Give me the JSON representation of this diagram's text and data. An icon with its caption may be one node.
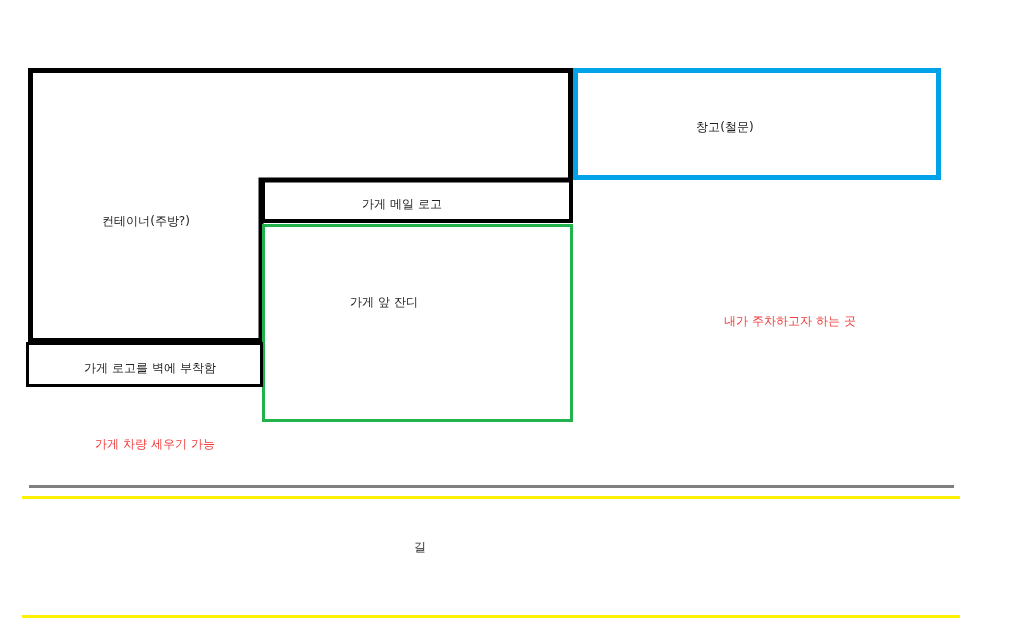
{
  "diagram": {
    "nodes": [
      {
        "text": [
          "컨테이너(주방?)"
        ]
      },
      {
        "text": [
          "창고(철문)"
        ]
      },
      {
        "text": [
          "가게 메일 로고"
        ]
      },
      {
        "text": [
          "가게 앞 잔디"
        ]
      },
      {
        "text": [
          "가게 로고를 벽에 부착함"
        ]
      },
      {
        "text": [
          "길"
        ]
      }
    ],
    "edges": [],
    "labels": [
      "내가 주차하고자 하는 곳",
      "가게 차량 세우기 가능"
    ]
  }
}
